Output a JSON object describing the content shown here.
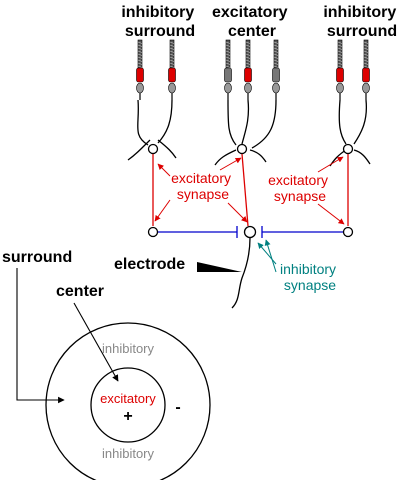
{
  "labels": {
    "inhibitory_surround_left": [
      "inhibitory",
      "surround"
    ],
    "excitatory_center": [
      "excitatory",
      "center"
    ],
    "inhibitory_surround_right": [
      "inhibitory",
      "surround"
    ],
    "excitatory_synapse_left": [
      "excitatory",
      "synapse"
    ],
    "excitatory_synapse_right": [
      "excitatory",
      "synapse"
    ],
    "inhibitory_synapse": [
      "inhibitory",
      "synapse"
    ],
    "electrode": "electrode",
    "surround": "surround",
    "center": "center",
    "inhibitory_outer_top": "inhibitory",
    "inhibitory_outer_bottom": "inhibitory",
    "excitatory_inner": "excitatory",
    "plus_sign": "+",
    "minus_sign": "-"
  },
  "colors": {
    "excitatory": "#dd0000",
    "inhibitory_synapse": "#008080",
    "inhibitory_connection": "#0000cc",
    "ring_label": "#888888",
    "outline": "#000000"
  }
}
